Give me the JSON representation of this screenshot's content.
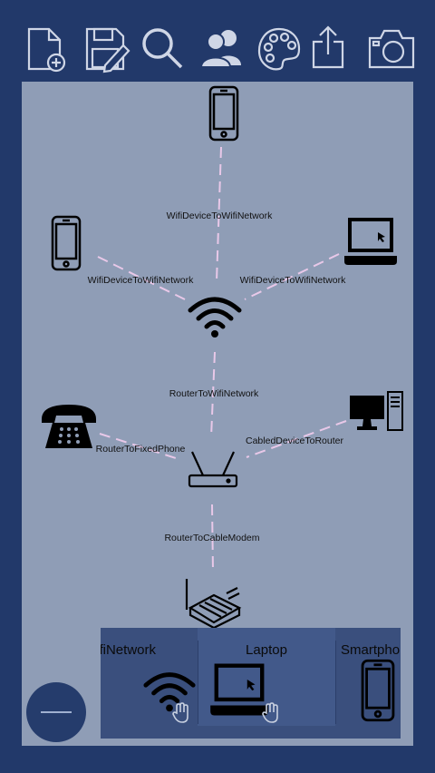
{
  "toolbar": {
    "icons": [
      "new-file-icon",
      "save-icon",
      "search-icon",
      "users-icon",
      "palette-icon",
      "share-icon",
      "camera-icon"
    ]
  },
  "diagram": {
    "nodes": [
      {
        "id": "phone-top",
        "type": "smartphone",
        "icon": "smartphone-icon"
      },
      {
        "id": "phone-left",
        "type": "smartphone",
        "icon": "smartphone-icon"
      },
      {
        "id": "laptop-right",
        "type": "laptop",
        "icon": "laptop-icon"
      },
      {
        "id": "wifi",
        "type": "wifi-network",
        "icon": "wifi-icon"
      },
      {
        "id": "fixed-phone",
        "type": "fixed-phone",
        "icon": "telephone-icon"
      },
      {
        "id": "desktop",
        "type": "desktop-computer",
        "icon": "desktop-icon"
      },
      {
        "id": "router",
        "type": "router",
        "icon": "router-icon"
      },
      {
        "id": "cable-modem",
        "type": "cable-modem",
        "icon": "modem-icon"
      }
    ],
    "edges": [
      {
        "label": "WifiDeviceToWifiNetwork"
      },
      {
        "label": "WifiDeviceToWifiNetwork"
      },
      {
        "label": "WifiDeviceToWifiNetwork"
      },
      {
        "label": "RouterToWifiNetwork"
      },
      {
        "label": "RouterToFixedPhone"
      },
      {
        "label": "CabledDeviceToRouter"
      },
      {
        "label": "RouterToCableModem"
      }
    ],
    "edge_color": "#e8c8e8"
  },
  "palette": {
    "items": [
      {
        "label": "WifiNetwork",
        "icon": "wifi-icon"
      },
      {
        "label": "Laptop",
        "icon": "laptop-icon"
      },
      {
        "label": "Smartphone",
        "icon": "smartphone-icon"
      }
    ]
  },
  "fab": {
    "icon": "minus-icon"
  }
}
